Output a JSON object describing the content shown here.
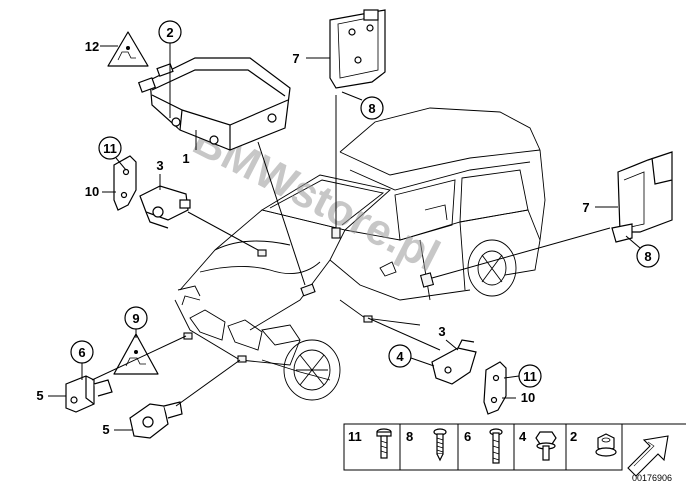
{
  "callouts": {
    "c1": "1",
    "c2": "2",
    "c3a": "3",
    "c3b": "3",
    "c4": "4",
    "c5a": "5",
    "c5b": "5",
    "c6": "6",
    "c7a": "7",
    "c7b": "7",
    "c8a": "8",
    "c8b": "8",
    "c9": "9",
    "c10a": "10",
    "c10b": "10",
    "c11a": "11",
    "c11b": "11",
    "c12": "12"
  },
  "legend": {
    "items": [
      "11",
      "8",
      "6",
      "4",
      "2"
    ]
  },
  "watermark": "BMWstore.pl",
  "diagram_id": "00176906"
}
